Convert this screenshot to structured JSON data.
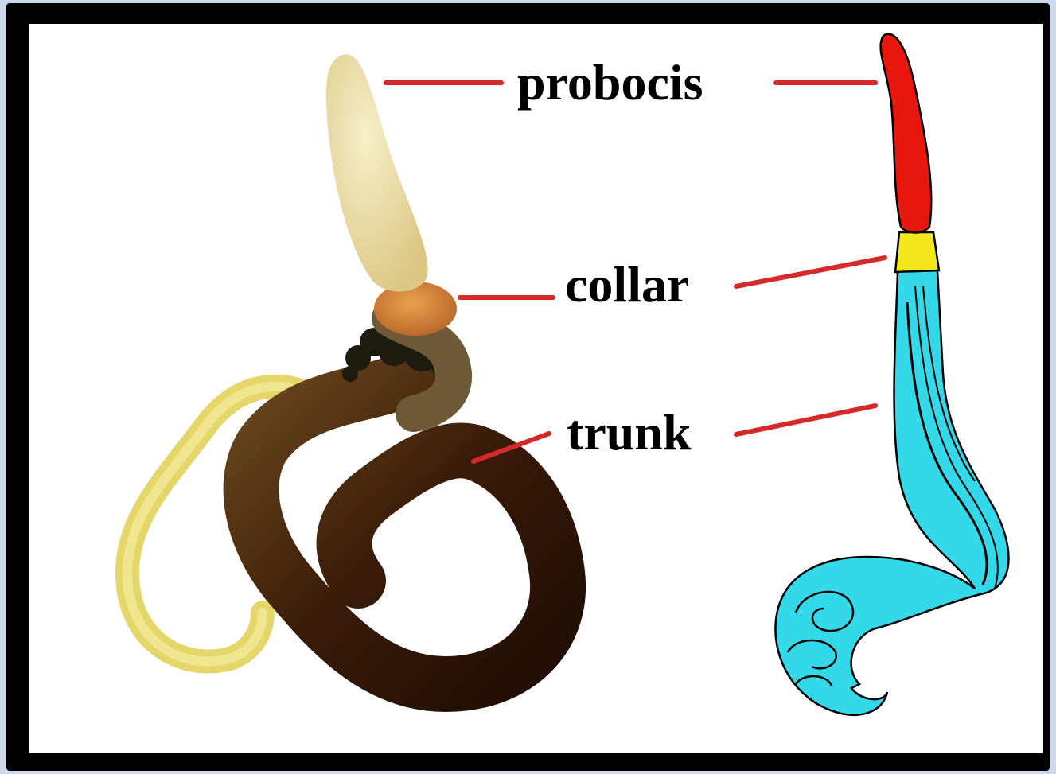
{
  "labels": {
    "probocis": "probocis",
    "collar": "collar",
    "trunk": "trunk"
  },
  "colors": {
    "background": "#cfd9ec",
    "frame": "#000000",
    "panel": "#ffffff",
    "leader_line": "#d42a2a",
    "proboscis_fill": "#e8170d",
    "collar_fill": "#f3e61a",
    "trunk_fill": "#33d9e8",
    "photo_proboscis": "#efe2a8",
    "photo_collar": "#d88a3a",
    "photo_trunk_dark": "#3a1c0a",
    "photo_tail": "#e6d86a"
  }
}
